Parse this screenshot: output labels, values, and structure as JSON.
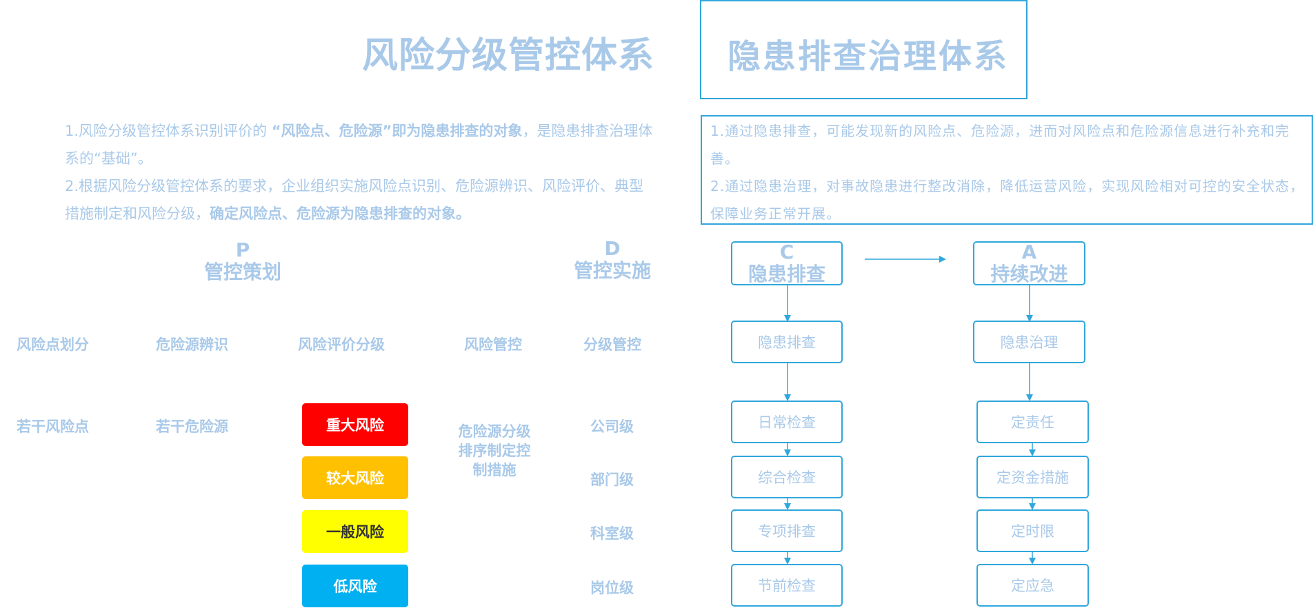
{
  "left": {
    "title": "风险分级管控体系",
    "para1_a": "1.风险分级管控体系识别评价的 ",
    "para1_b": "“风险点、危险源”即为隐患排查的对象",
    "para1_c": "，是隐患排查治理体系的“基础”。",
    "para2_a": "2.根据风险分级管控体系的要求，企业组织实施风险点识别、危险源辨识、风险评价、典型措施制定和风险分级，",
    "para2_b": "确定风险点、危险源为隐患排查的对象。",
    "phase_p_letter": "P",
    "phase_p_name": "管控策划",
    "phase_d_letter": "D",
    "phase_d_name": "管控实施",
    "headers": [
      "风险点划分",
      "危险源辨识",
      "风险评价分级",
      "风险管控",
      "分级管控"
    ],
    "row1": [
      "若干风险点",
      "若干危险源"
    ],
    "risks": [
      {
        "label": "重大风险",
        "bg": "#ff0000",
        "fg": "#ffffff"
      },
      {
        "label": "较大风险",
        "bg": "#ffc000",
        "fg": "#ffffff"
      },
      {
        "label": "一般风险",
        "bg": "#ffff00",
        "fg": "#333333"
      },
      {
        "label": "低风险",
        "bg": "#00b0f0",
        "fg": "#ffffff"
      }
    ],
    "control_text": "危险源分级排序制定控制措施",
    "levels": [
      "公司级",
      "部门级",
      "科室级",
      "岗位级"
    ]
  },
  "right": {
    "title": "隐患排查治理体系",
    "para1": "1.通过隐患排查，可能发现新的风险点、危险源，进而对风险点和危险源信息进行补充和完善。",
    "para2": "2.通过隐患治理，对事故隐患进行整改消除，降低运营风险，实现风险相对可控的安全状态，保障业务正常开展。",
    "c_letter": "C",
    "c_name": "隐患排查",
    "a_letter": "A",
    "a_name": "持续改进",
    "c_items": [
      "隐患排查",
      "日常检查",
      "综合检查",
      "专项排查",
      "节前检查"
    ],
    "a_items": [
      "隐患治理",
      "定责任",
      "定资金措施",
      "定时限",
      "定应急"
    ],
    "accent": "#2fa7dc"
  }
}
